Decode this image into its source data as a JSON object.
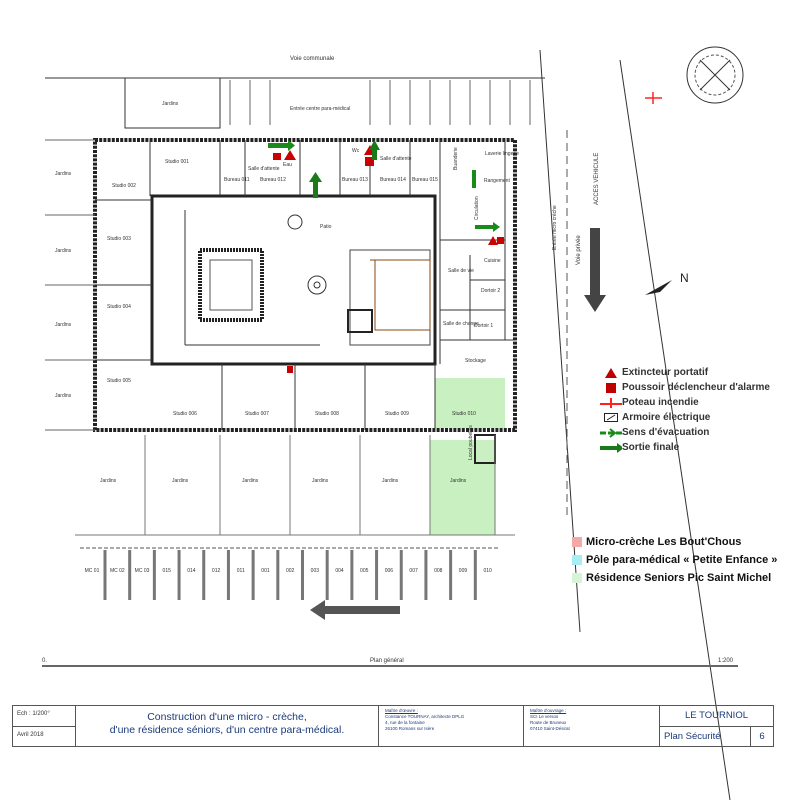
{
  "plan": {
    "road_top": "Voie communale",
    "entrance_para": "Entrée centre para-médical",
    "garden_label": "Jardins",
    "patio": "Patio",
    "studios": [
      "Studio 001",
      "Studio 002",
      "Studio 003",
      "Studio 004",
      "Studio 005",
      "Studio 006",
      "Studio 007",
      "Studio 008",
      "Studio 009",
      "Studio 010"
    ],
    "offices": [
      "Bureau 011",
      "Bureau 012",
      "Bureau 013",
      "Bureau 014",
      "Bureau 015"
    ],
    "rooms": {
      "salle_attente_1": "Salle d'attente",
      "salle_attente_2": "Salle d'attente",
      "eau": "Eau",
      "wc": "Wc",
      "lavarie": "Laverie lingerie",
      "rangement": "Rangement",
      "circulation": "Circulation",
      "salle_de_vie": "Salle de vie",
      "cuisine": "Cuisine",
      "dortoir2": "Dortoir 2",
      "dortoir1": "Dortoir 1",
      "salle_change": "Salle de change",
      "stockage": "Stockage",
      "buanderie": "Buanderie",
      "local": "Local poubelles"
    },
    "parking": [
      "MC 01",
      "MC 02",
      "MC 03",
      "015",
      "014",
      "012",
      "011",
      "001",
      "002",
      "003",
      "004",
      "005",
      "006",
      "007",
      "008",
      "009",
      "010"
    ],
    "acces_vehicule": "ACCES VEHICULE",
    "voie_privee": "Voie privée",
    "entree_creche": "Entrée micro crèche",
    "north": "N",
    "scale_left": "0.",
    "plan_title": "Plan général",
    "scale_right": "1:200"
  },
  "legend": {
    "items": [
      {
        "icon": "fire-extinguisher-triangle",
        "label": "Extincteur portatif",
        "color": "#c00000"
      },
      {
        "icon": "alarm-button-square",
        "label": "Poussoir déclencheur d'alarme",
        "color": "#c00000"
      },
      {
        "icon": "fire-hydrant",
        "label": "Poteau incendie",
        "color": "#ff2020"
      },
      {
        "icon": "electrical-cabinet",
        "label": "Armoire électrique",
        "color": "#222222"
      },
      {
        "icon": "evacuation-direction-arrow",
        "label": "Sens d'évacuation",
        "color": "#1a8a1a"
      },
      {
        "icon": "final-exit-arrow",
        "label": "Sortie finale",
        "color": "#1a7a1a"
      }
    ],
    "zones": [
      {
        "label": "Micro-crèche Les Bout'Chous",
        "color": "#f4a8a8"
      },
      {
        "label": "Pôle para-médical « Petite Enfance »",
        "color": "#a8ecf4"
      },
      {
        "label": "Résidence Seniors Pic Saint Michel",
        "color": "#d8f4d8"
      }
    ]
  },
  "title_block": {
    "scale": "Ech : 1/200°",
    "date": "Avril 2018",
    "project_line1": "Construction  d'une micro - crèche,",
    "project_line2": "d'une résidence séniors, d'un centre para-médical.",
    "architect_head": "Maître d'œuvre :",
    "architect_l1": "Constance TOURNAY, architecte DPLG",
    "architect_l2": "4, rue de la fontaine",
    "architect_l3": "26100 Romans sur Isère",
    "owner_head": "Maître d'ouvrage :",
    "owner_l1": "SCI Le versos",
    "owner_l2": "Route de Bruneux",
    "owner_l3": "07410 Saint-Désirat",
    "site": "LE TOURNIOL",
    "doc": "Plan Sécurité",
    "page": "6"
  }
}
